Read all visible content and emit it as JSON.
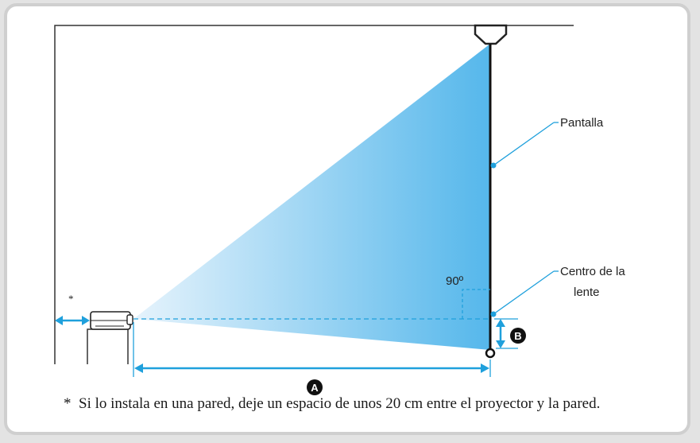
{
  "labels": {
    "screen": "Pantalla",
    "lens_center_line1": "Centro de la",
    "lens_center_line2": "lente",
    "angle": "90º",
    "wall_clearance_mark": "*",
    "distance_a": "A",
    "height_b": "B"
  },
  "footnote": {
    "prefix": "*",
    "text": "Si lo instala en una pared, deje un espacio de unos 20 cm entre el proyector y la pared."
  },
  "colors": {
    "beam_light": "#e6f3fc",
    "beam_dark": "#55b7eb",
    "arrow": "#1fa0dc",
    "frame": "#cfcfcf",
    "background": "#e3e3e3"
  }
}
